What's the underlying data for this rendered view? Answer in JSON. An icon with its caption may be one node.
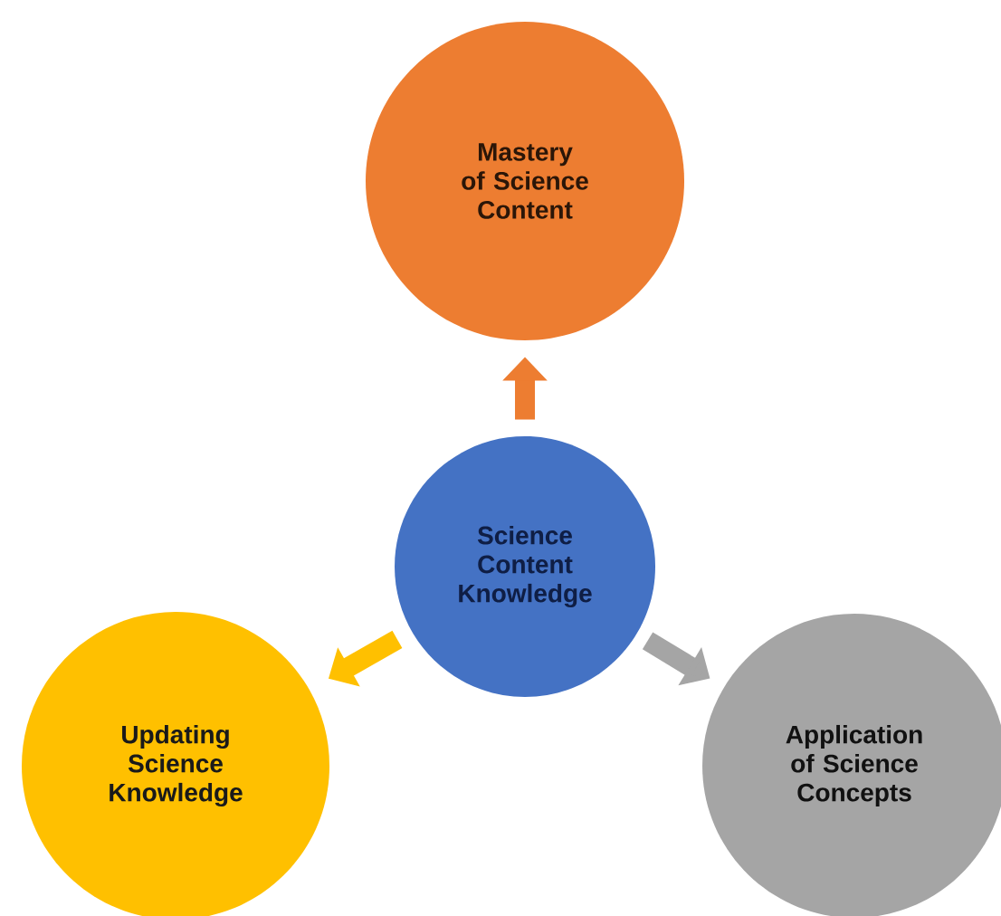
{
  "diagram": {
    "nodes": [
      {
        "text": [
          "Mastery of Science Content"
        ]
      },
      {
        "text": [
          "Science Content Knowledge"
        ]
      },
      {
        "text": [
          "Updating Science Knowledge"
        ]
      },
      {
        "text": [
          "Application of Science Concepts"
        ]
      }
    ],
    "edges": [
      {
        "from": 1,
        "to": 0,
        "arrow": "to",
        "color": "#ed7d31"
      },
      {
        "from": 1,
        "to": 2,
        "arrow": "to",
        "color": "#ffc000"
      },
      {
        "from": 1,
        "to": 3,
        "arrow": "to",
        "color": "#a5a5a5"
      }
    ]
  }
}
